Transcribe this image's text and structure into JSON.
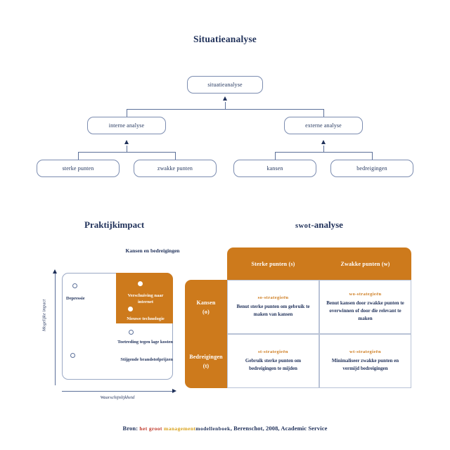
{
  "title": "Situatieanalyse",
  "tree": {
    "root": "situatieanalyse",
    "level2": [
      "interne analyse",
      "externe analyse"
    ],
    "level3": [
      "sterke punten",
      "zwakke punten",
      "kansen",
      "bedreigingen"
    ]
  },
  "sections": {
    "left_title": "Praktijkimpact",
    "right_title_small": "swot",
    "right_title_rest": "-analyse"
  },
  "chart_data": {
    "type": "scatter",
    "title": "Kansen en bedreigingen",
    "xlabel": "Waarschijnlijkheid",
    "ylabel": "Mogelijke impact",
    "highlight_quadrant": "top-right",
    "highlight_color": "#cd7a1c",
    "points": [
      {
        "label": "Depressie",
        "x": 0.14,
        "y": 0.88,
        "marker": "hollow"
      },
      {
        "label": "Verschuiving naar internet",
        "x": 0.7,
        "y": 0.86,
        "marker": "solid"
      },
      {
        "label": "Nieuwe technologie",
        "x": 0.62,
        "y": 0.62,
        "marker": "solid"
      },
      {
        "label": "Toetreding tegen lage kosten",
        "x": 0.56,
        "y": 0.33,
        "marker": "hollow"
      },
      {
        "label": "Stijgende brandstofprijzen",
        "x": 0.1,
        "y": 0.12,
        "marker": "hollow"
      }
    ]
  },
  "swot": {
    "col_headers": [
      "Sterke punten (s)",
      "Zwakke punten (w)"
    ],
    "row_headers": [
      {
        "line1": "Kansen",
        "line2": "(o)"
      },
      {
        "line1": "Bedreigingen",
        "line2": "(t)"
      }
    ],
    "cells": [
      {
        "kicker": "so-strategieën",
        "text": "Benut sterke punten om gebruik te maken van kansen"
      },
      {
        "kicker": "wo-strategieën",
        "text": "Benut kansen door zwakke punten te overwinnen of door die relevant te maken"
      },
      {
        "kicker": "st-strategieën",
        "text": "Gebruik sterke punten om bedreigingen te mijden"
      },
      {
        "kicker": "wt-strategieën",
        "text": "Minimaliseer zwakke punten en vermijd bedreigingen"
      }
    ]
  },
  "source": {
    "prefix": "Bron:",
    "book_red": "het groot",
    "book_gold": "management",
    "book_navy": "modellenboek",
    "rest": ", Berenschot, 2008, Academic Service"
  }
}
